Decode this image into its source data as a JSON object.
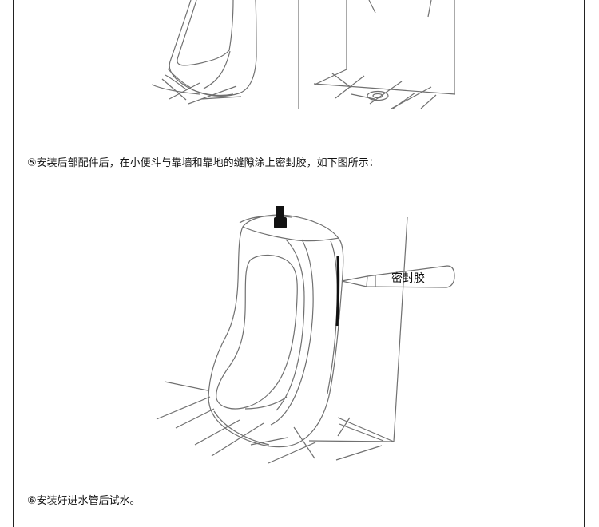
{
  "steps": {
    "step5": "⑤安装后部配件后，在小便斗与靠墙和靠地的缝隙涂上密封胶，如下图所示：",
    "step6": "⑥安装好进水管后试水。"
  },
  "callout": {
    "label": "密封胶"
  },
  "colors": {
    "line": "#6f6f6f",
    "dark": "#111111",
    "text": "#111111"
  }
}
